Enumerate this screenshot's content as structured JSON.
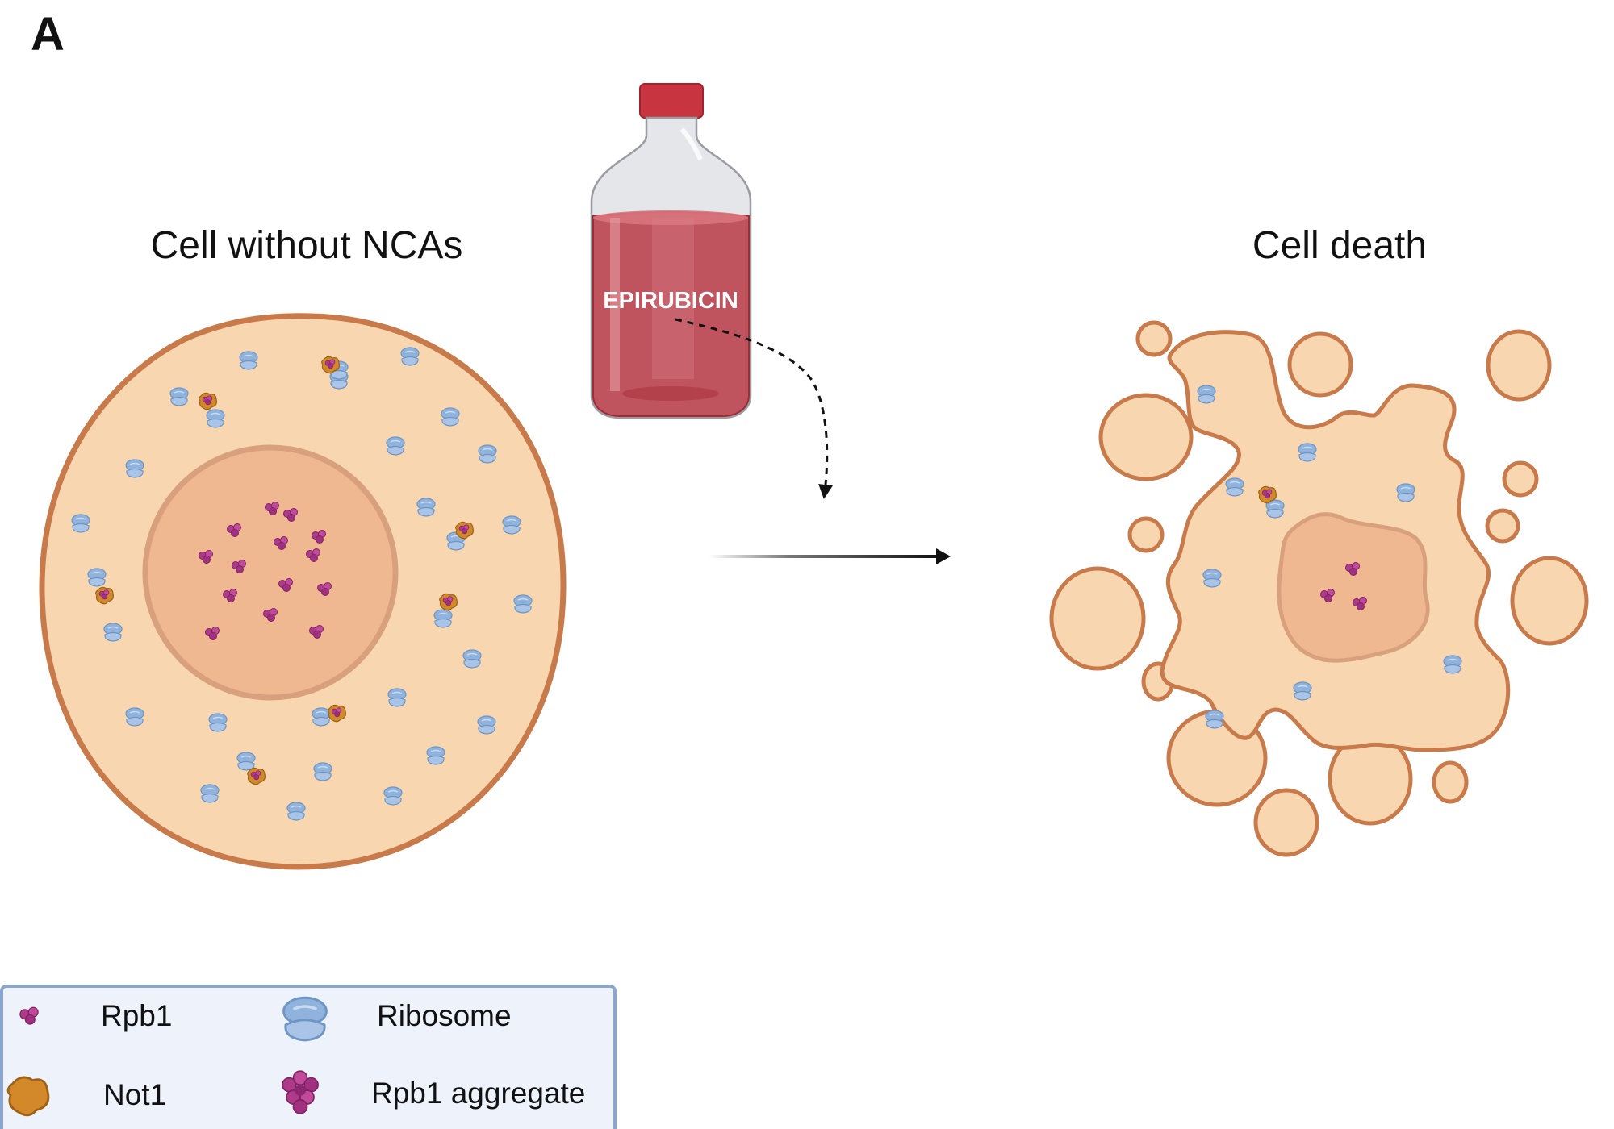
{
  "panel_label": "A",
  "left_cell": {
    "title": "Cell without NCAs"
  },
  "right_cell": {
    "title": "Cell death"
  },
  "drug": {
    "label": "EPIRUBICIN"
  },
  "legend": {
    "items": [
      {
        "label": "Rpb1",
        "icon": "rpb1-icon"
      },
      {
        "label": "Ribosome",
        "icon": "ribosome-icon"
      },
      {
        "label": "Not1",
        "icon": "not1-icon"
      },
      {
        "label": "Rpb1 aggregate",
        "icon": "rpb1-aggregate-icon"
      }
    ]
  },
  "colors": {
    "cytoplasm": "#F8D7B0",
    "membrane": "#C97A4A",
    "nucleus": "#F0B891",
    "nucleus_border": "#D9A07D",
    "rpb1": "#B03A8A",
    "ribosome": "#8FB3DC",
    "not1": "#D3892A",
    "bottle_cap": "#C8343F",
    "bottle_liquid": "#C0545E",
    "legend_bg": "#EEF3FB",
    "legend_border": "#8AA6CF"
  }
}
